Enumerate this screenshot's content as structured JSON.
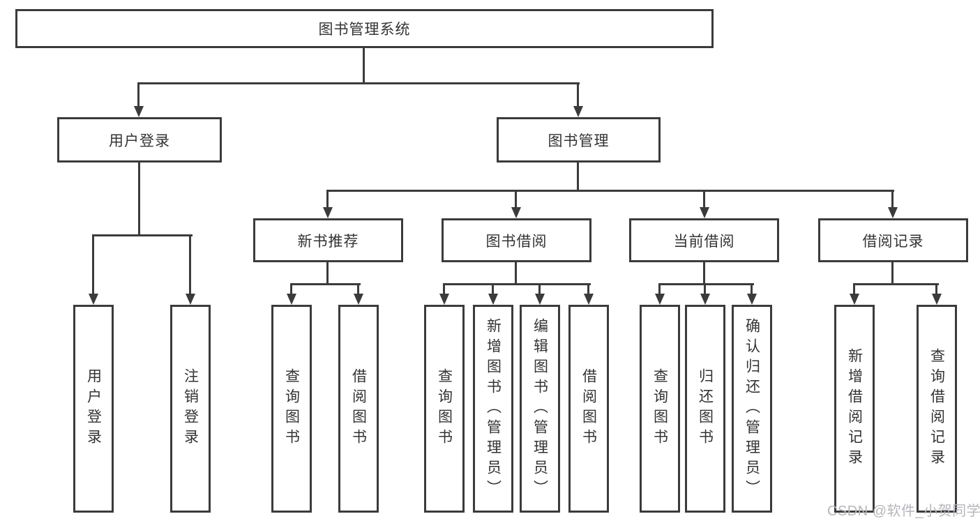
{
  "diagram": {
    "root": {
      "label": "图书管理系统"
    },
    "level2": [
      {
        "label": "用户登录"
      },
      {
        "label": "图书管理"
      }
    ],
    "level3": [
      {
        "label": "新书推荐"
      },
      {
        "label": "图书借阅"
      },
      {
        "label": "当前借阅"
      },
      {
        "label": "借阅记录"
      }
    ],
    "leaves": {
      "user_login": [
        "用户登录",
        "注销登录"
      ],
      "new_book_rec": [
        "查询图书",
        "借阅图书"
      ],
      "book_borrow": [
        "查询图书",
        "新增图书（管理员）",
        "编辑图书（管理员）",
        "借阅图书"
      ],
      "current_borrow": [
        "查询图书",
        "归还图书",
        "确认归还（管理员）"
      ],
      "borrow_records": [
        "新增借阅记录",
        "查询借阅记录"
      ]
    }
  },
  "watermark": {
    "text": "CSDN @软件_小贺同学"
  },
  "colors": {
    "line": "#3b3b3d",
    "text": "#333333",
    "watermark": "#b3b6bb",
    "background": "#ffffff"
  }
}
